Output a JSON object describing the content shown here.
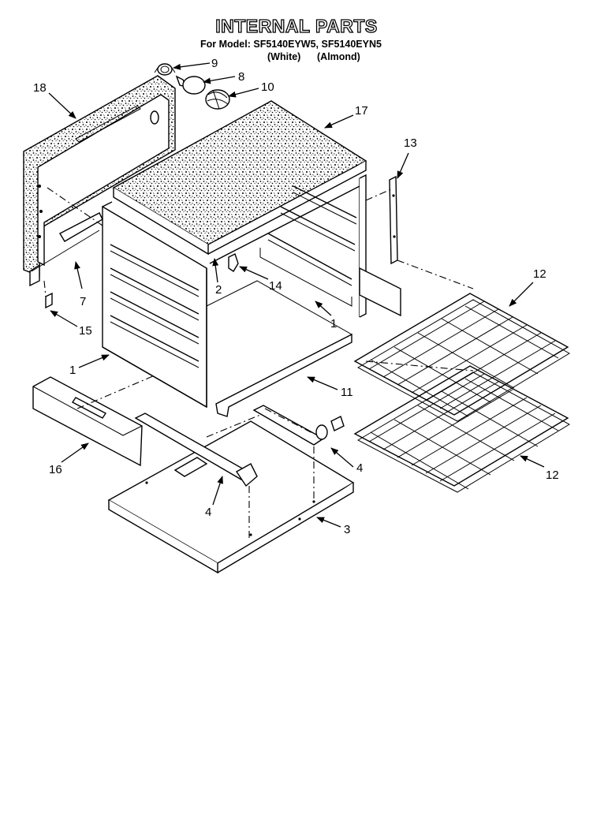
{
  "header": {
    "title": "INTERNAL PARTS",
    "model_line": "For Model: SF5140EYW5, SF5140EYN5",
    "color_white": "(White)",
    "color_almond": "(Almond)"
  },
  "callouts": {
    "c9": "9",
    "c8": "8",
    "c10": "10",
    "c18": "18",
    "c17": "17",
    "c13": "13",
    "c7": "7",
    "c2": "2",
    "c14": "14",
    "c15": "15",
    "c1a": "1",
    "c1b": "1",
    "c12a": "12",
    "c11": "11",
    "c16": "16",
    "c4a": "4",
    "c4b": "4",
    "c12b": "12",
    "c3": "3"
  }
}
